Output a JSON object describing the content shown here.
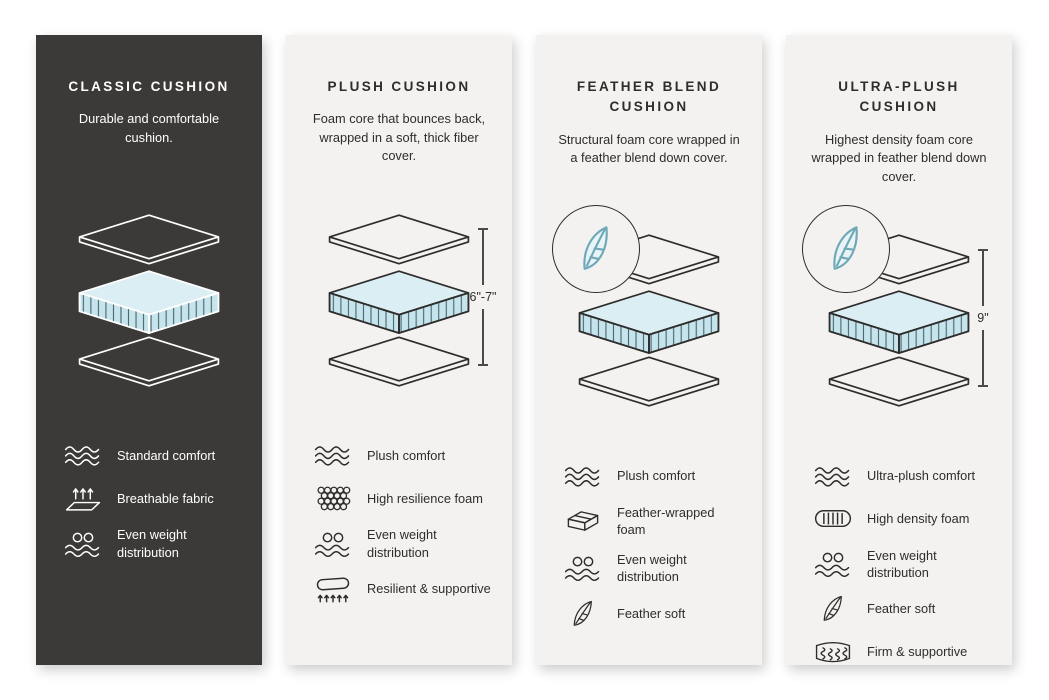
{
  "colors": {
    "page_background": "#ffffff",
    "dark_card": "#3b3a38",
    "light_card": "#f3f2f0",
    "cushion_top_face": "#daeef3",
    "cushion_side_face": "#c6e4ec",
    "stroke_dark": "#2e2d2b",
    "text_light": "#ffffff"
  },
  "cards": [
    {
      "title": "CLASSIC CUSHION",
      "description": "Durable and comfortable cushion.",
      "theme": "dark",
      "diagram": {
        "feather_badge": false,
        "height_label": ""
      },
      "features": [
        {
          "icon": "waves-icon",
          "label": "Standard comfort"
        },
        {
          "icon": "breathable-fabric-icon",
          "label": "Breathable fabric"
        },
        {
          "icon": "weight-distribution-icon",
          "label": "Even weight distribution"
        }
      ]
    },
    {
      "title": "PLUSH CUSHION",
      "description": "Foam core that bounces back, wrapped in a soft, thick fiber cover.",
      "theme": "light",
      "diagram": {
        "feather_badge": false,
        "height_label": "6\"-7\""
      },
      "features": [
        {
          "icon": "waves-icon",
          "label": "Plush comfort"
        },
        {
          "icon": "foam-cells-icon",
          "label": "High resilience foam"
        },
        {
          "icon": "weight-distribution-icon",
          "label": "Even weight distribution"
        },
        {
          "icon": "resilient-icon",
          "label": "Resilient & supportive"
        }
      ]
    },
    {
      "title": "FEATHER BLEND CUSHION",
      "description": "Structural foam core wrapped in a feather blend down cover.",
      "theme": "light",
      "diagram": {
        "feather_badge": true,
        "height_label": ""
      },
      "features": [
        {
          "icon": "waves-icon",
          "label": "Plush comfort"
        },
        {
          "icon": "brick-foam-icon",
          "label": "Feather-wrapped foam"
        },
        {
          "icon": "weight-distribution-icon",
          "label": "Even weight distribution"
        },
        {
          "icon": "feather-icon",
          "label": "Feather soft"
        }
      ]
    },
    {
      "title": "ULTRA-PLUSH CUSHION",
      "description": "Highest density foam core wrapped in feather blend down cover.",
      "theme": "light",
      "diagram": {
        "feather_badge": true,
        "height_label": "9\""
      },
      "features": [
        {
          "icon": "waves-icon",
          "label": "Ultra-plush comfort"
        },
        {
          "icon": "density-foam-icon",
          "label": "High density foam"
        },
        {
          "icon": "weight-distribution-icon",
          "label": "Even weight distribution"
        },
        {
          "icon": "feather-icon",
          "label": "Feather soft"
        },
        {
          "icon": "springs-icon",
          "label": "Firm & supportive"
        }
      ]
    }
  ]
}
